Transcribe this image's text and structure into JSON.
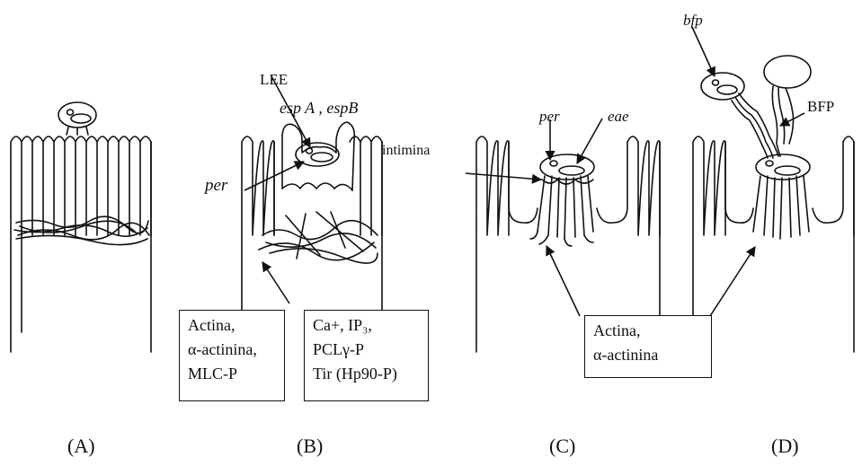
{
  "labels": {
    "lee": "LEE",
    "esp": "esp A , espB",
    "per_b": "per",
    "per_c": "per",
    "eae": "eae",
    "intimina": "intimina",
    "bfp": "bfp",
    "BFP": "BFP"
  },
  "boxes": {
    "b1": [
      "Actina,",
      "α-actinina,",
      "MLC-P"
    ],
    "b2": [
      "Ca+, IP₃,",
      "PCLγ-P",
      "Tir (Hp90-P)"
    ],
    "c": [
      "Actina,",
      "α-actinina"
    ]
  },
  "panels": [
    "(A)",
    "(B)",
    "(C)",
    "(D)"
  ]
}
